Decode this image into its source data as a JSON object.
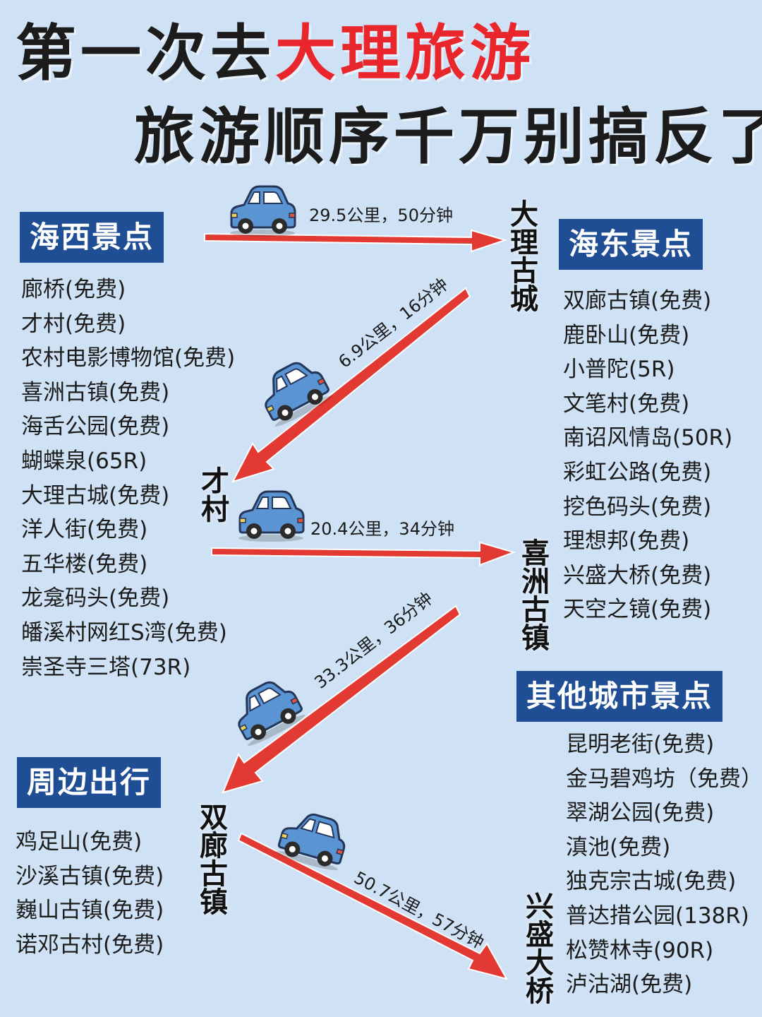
{
  "title": {
    "line1_prefix": "第一次去",
    "line1_highlight": "大理旅游",
    "line2": "旅游顺序千万别搞反了",
    "highlight_color": "#e8262c"
  },
  "colors": {
    "background": "#cfe2f5",
    "badge": "#1f4e94",
    "arrow": "#e23a33",
    "car": "#5b94d2"
  },
  "haixi": {
    "heading": "海西景点",
    "items": [
      "廊桥(免费)",
      "才村(免费)",
      "农村电影博物馆(免费)",
      "喜洲古镇(免费)",
      "海舌公园(免费)",
      "蝴蝶泉(65R)",
      "大理古城(免费)",
      "洋人街(免费)",
      "五华楼(免费)",
      "龙龛码头(免费)",
      "皤溪村网红S湾(免费)",
      "崇圣寺三塔(73R)"
    ]
  },
  "haidong": {
    "heading": "海东景点",
    "items": [
      "双廊古镇(免费)",
      "鹿卧山(免费)",
      "小普陀(5R)",
      "文笔村(免费)",
      "南诏风情岛(50R)",
      "彩虹公路(免费)",
      "挖色码头(免费)",
      "理想邦(免费)",
      "兴盛大桥(免费)",
      "天空之镜(免费)"
    ]
  },
  "other_cities": {
    "heading": "其他城市景点",
    "items": [
      "昆明老街(免费)",
      "金马碧鸡坊（免费）",
      "翠湖公园(免费)",
      "滇池(免费)",
      "独克宗古城(免费)",
      "普达措公园(138R)",
      "松赞林寺(90R)",
      "泸沽湖(免费)"
    ]
  },
  "surroundings": {
    "heading": "周边出行",
    "items": [
      "鸡足山(免费)",
      "沙溪古镇(免费)",
      "巍山古镇(免费)",
      "诺邓古村(免费)"
    ]
  },
  "stops": [
    "大理古城",
    "才村",
    "喜洲古镇",
    "双廊古镇",
    "兴盛大桥"
  ],
  "legs": [
    {
      "distance": "29.5公里，50分钟"
    },
    {
      "distance": "6.9公里，16分钟"
    },
    {
      "distance": "20.4公里，34分钟"
    },
    {
      "distance": "33.3公里，36分钟"
    },
    {
      "distance": "50.7公里，57分钟"
    }
  ]
}
